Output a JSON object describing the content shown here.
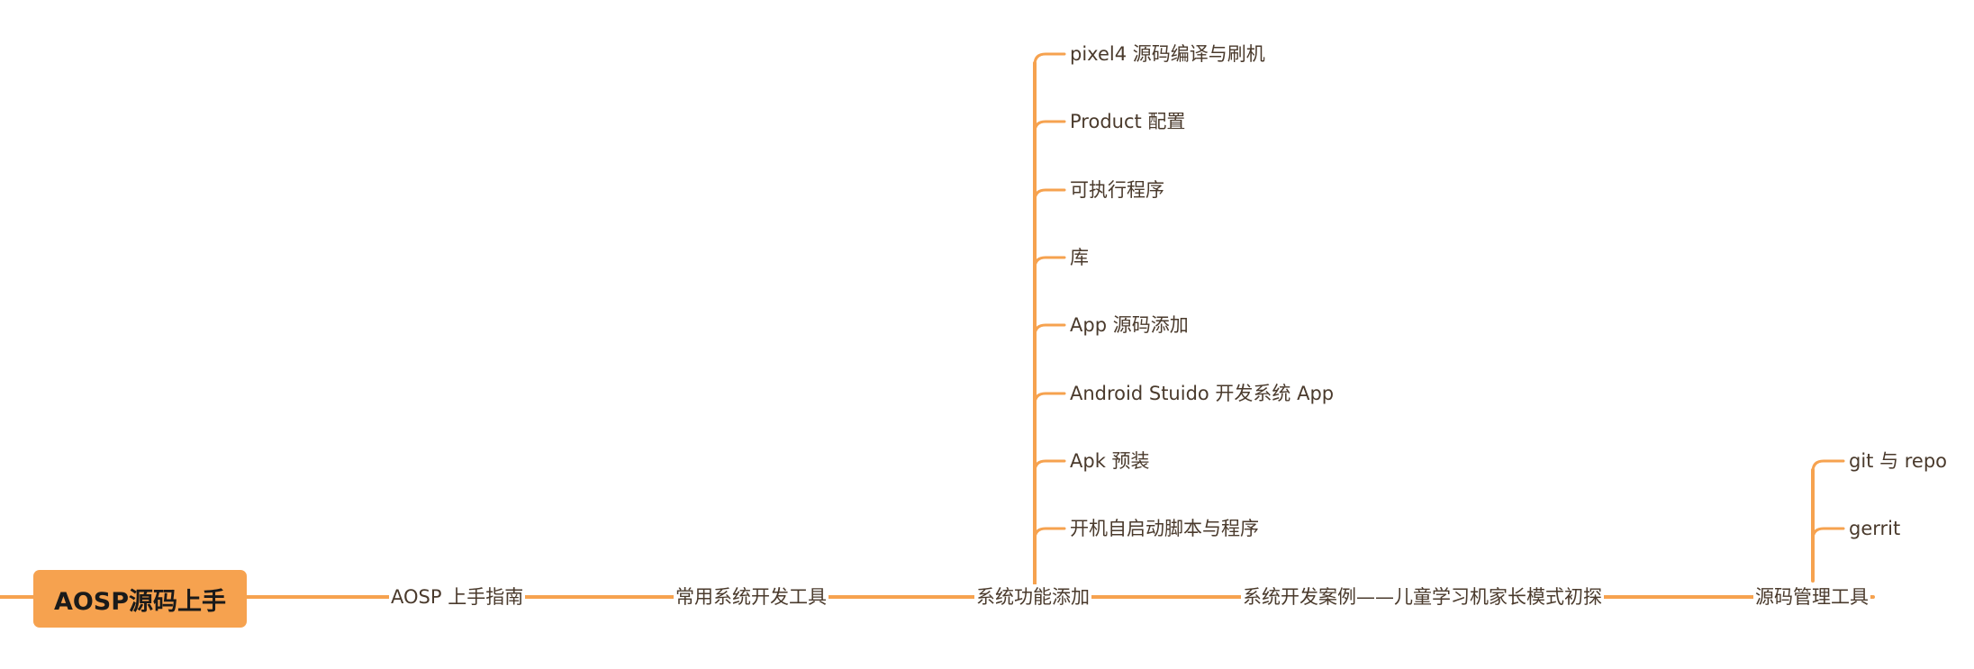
{
  "colors": {
    "branch_line": "#f6a24f",
    "root_fill": "#f6a24f",
    "node_text": "#4a3a2c",
    "root_text": "#1a1a1a"
  },
  "root": {
    "label": "AOSP源码上手"
  },
  "main_chain": [
    {
      "label": "AOSP 上手指南"
    },
    {
      "label": "常用系统开发工具"
    },
    {
      "label": "系统功能添加"
    },
    {
      "label": "系统开发案例——儿童学习机家长模式初探"
    },
    {
      "label": "源码管理工具"
    }
  ],
  "feature_children": [
    {
      "label": "pixel4 源码编译与刷机"
    },
    {
      "label": "Product 配置"
    },
    {
      "label": "可执行程序"
    },
    {
      "label": "库"
    },
    {
      "label": "App 源码添加"
    },
    {
      "label": "Android Stuido 开发系统 App"
    },
    {
      "label": "Apk 预装"
    },
    {
      "label": "开机自启动脚本与程序"
    }
  ],
  "source_tool_children": [
    {
      "label": "git 与 repo"
    },
    {
      "label": "gerrit"
    }
  ]
}
